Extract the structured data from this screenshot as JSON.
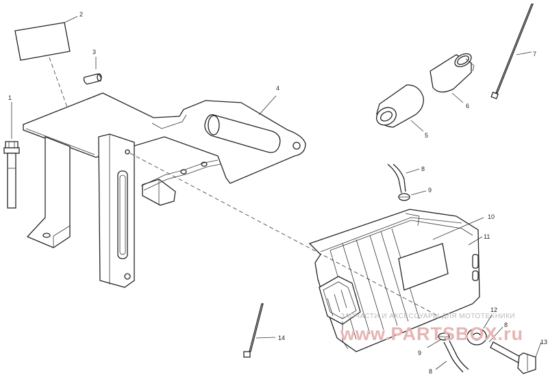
{
  "callouts": {
    "c1": "1",
    "c2": "2",
    "c3": "3",
    "c4": "4",
    "c5": "5",
    "c6": "6",
    "c7": "7",
    "c8a": "8",
    "c8b": "8",
    "c8c": "8",
    "c9a": "9",
    "c9b": "9",
    "c10": "10",
    "c11": "11",
    "c12": "12",
    "c13": "13",
    "c14": "14"
  },
  "watermark": {
    "tagline": "ЗАПЧАСТИ И АКСЕССУАРЫ ДЛЯ МОТОТЕХНИКИ",
    "brand": "www.PARTSBOX.ru",
    "color": "#e7b4b4"
  }
}
